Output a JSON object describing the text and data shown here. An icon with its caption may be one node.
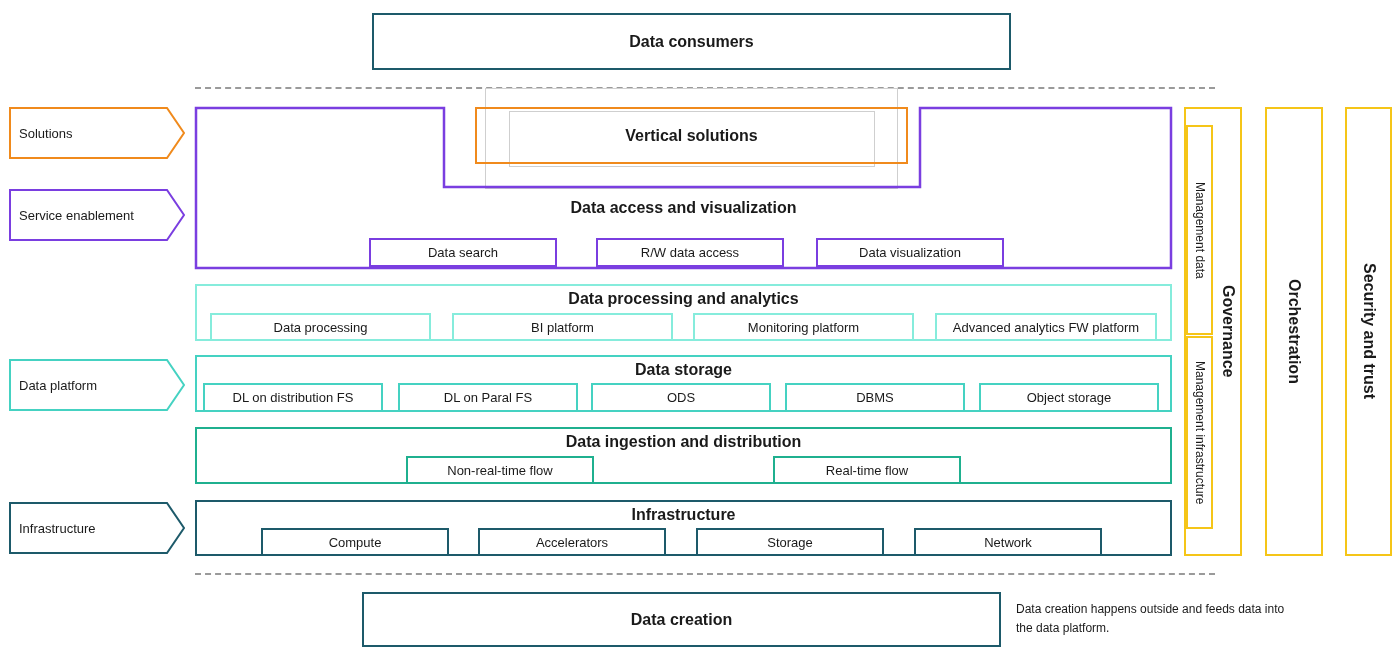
{
  "diagram": {
    "nodes": [
      {
        "text": [
          "Data consumers"
        ]
      },
      {
        "text": [
          "Solutions"
        ]
      },
      {
        "text": [
          "Vertical solutions"
        ]
      },
      {
        "text": [
          "Service enablement"
        ]
      },
      {
        "text": [
          "Data access and visualization"
        ]
      },
      {
        "text": [
          "Data search"
        ],
        "in": 4
      },
      {
        "text": [
          "R/W data access"
        ],
        "in": 4
      },
      {
        "text": [
          "Data visualization"
        ],
        "in": 4
      },
      {
        "text": [
          "Data processing and analytics"
        ]
      },
      {
        "text": [
          "Data processing"
        ],
        "in": 8
      },
      {
        "text": [
          "BI platform"
        ],
        "in": 8
      },
      {
        "text": [
          "Monitoring platform"
        ],
        "in": 8
      },
      {
        "text": [
          "Advanced analytics FW platform"
        ],
        "in": 8
      },
      {
        "text": [
          "Data platform"
        ]
      },
      {
        "text": [
          "Data storage"
        ]
      },
      {
        "text": [
          "DL on distribution FS"
        ],
        "in": 14
      },
      {
        "text": [
          "DL on Paral FS"
        ],
        "in": 14
      },
      {
        "text": [
          "ODS"
        ],
        "in": 14
      },
      {
        "text": [
          "DBMS"
        ],
        "in": 14
      },
      {
        "text": [
          "Object storage"
        ],
        "in": 14
      },
      {
        "text": [
          "Data ingestion and distribution"
        ]
      },
      {
        "text": [
          "Non-real-time flow"
        ],
        "in": 20
      },
      {
        "text": [
          "Real-time flow"
        ],
        "in": 20
      },
      {
        "text": [
          "Infrastructure"
        ]
      },
      {
        "text": [
          "Infrastructure"
        ]
      },
      {
        "text": [
          "Compute"
        ],
        "in": 24
      },
      {
        "text": [
          "Accelerators"
        ],
        "in": 24
      },
      {
        "text": [
          "Storage"
        ],
        "in": 24
      },
      {
        "text": [
          "Network"
        ],
        "in": 24
      },
      {
        "text": [
          "Governance"
        ]
      },
      {
        "text": [
          "Management data"
        ],
        "in": 29
      },
      {
        "text": [
          "Management infrastructure"
        ],
        "in": 29
      },
      {
        "text": [
          "Orchestration"
        ]
      },
      {
        "text": [
          "Security and trust"
        ]
      },
      {
        "text": [
          "Data creation"
        ],
        "beside": [
          "Data creation happens outside and feeds data into the data platform."
        ]
      }
    ],
    "edges": []
  }
}
